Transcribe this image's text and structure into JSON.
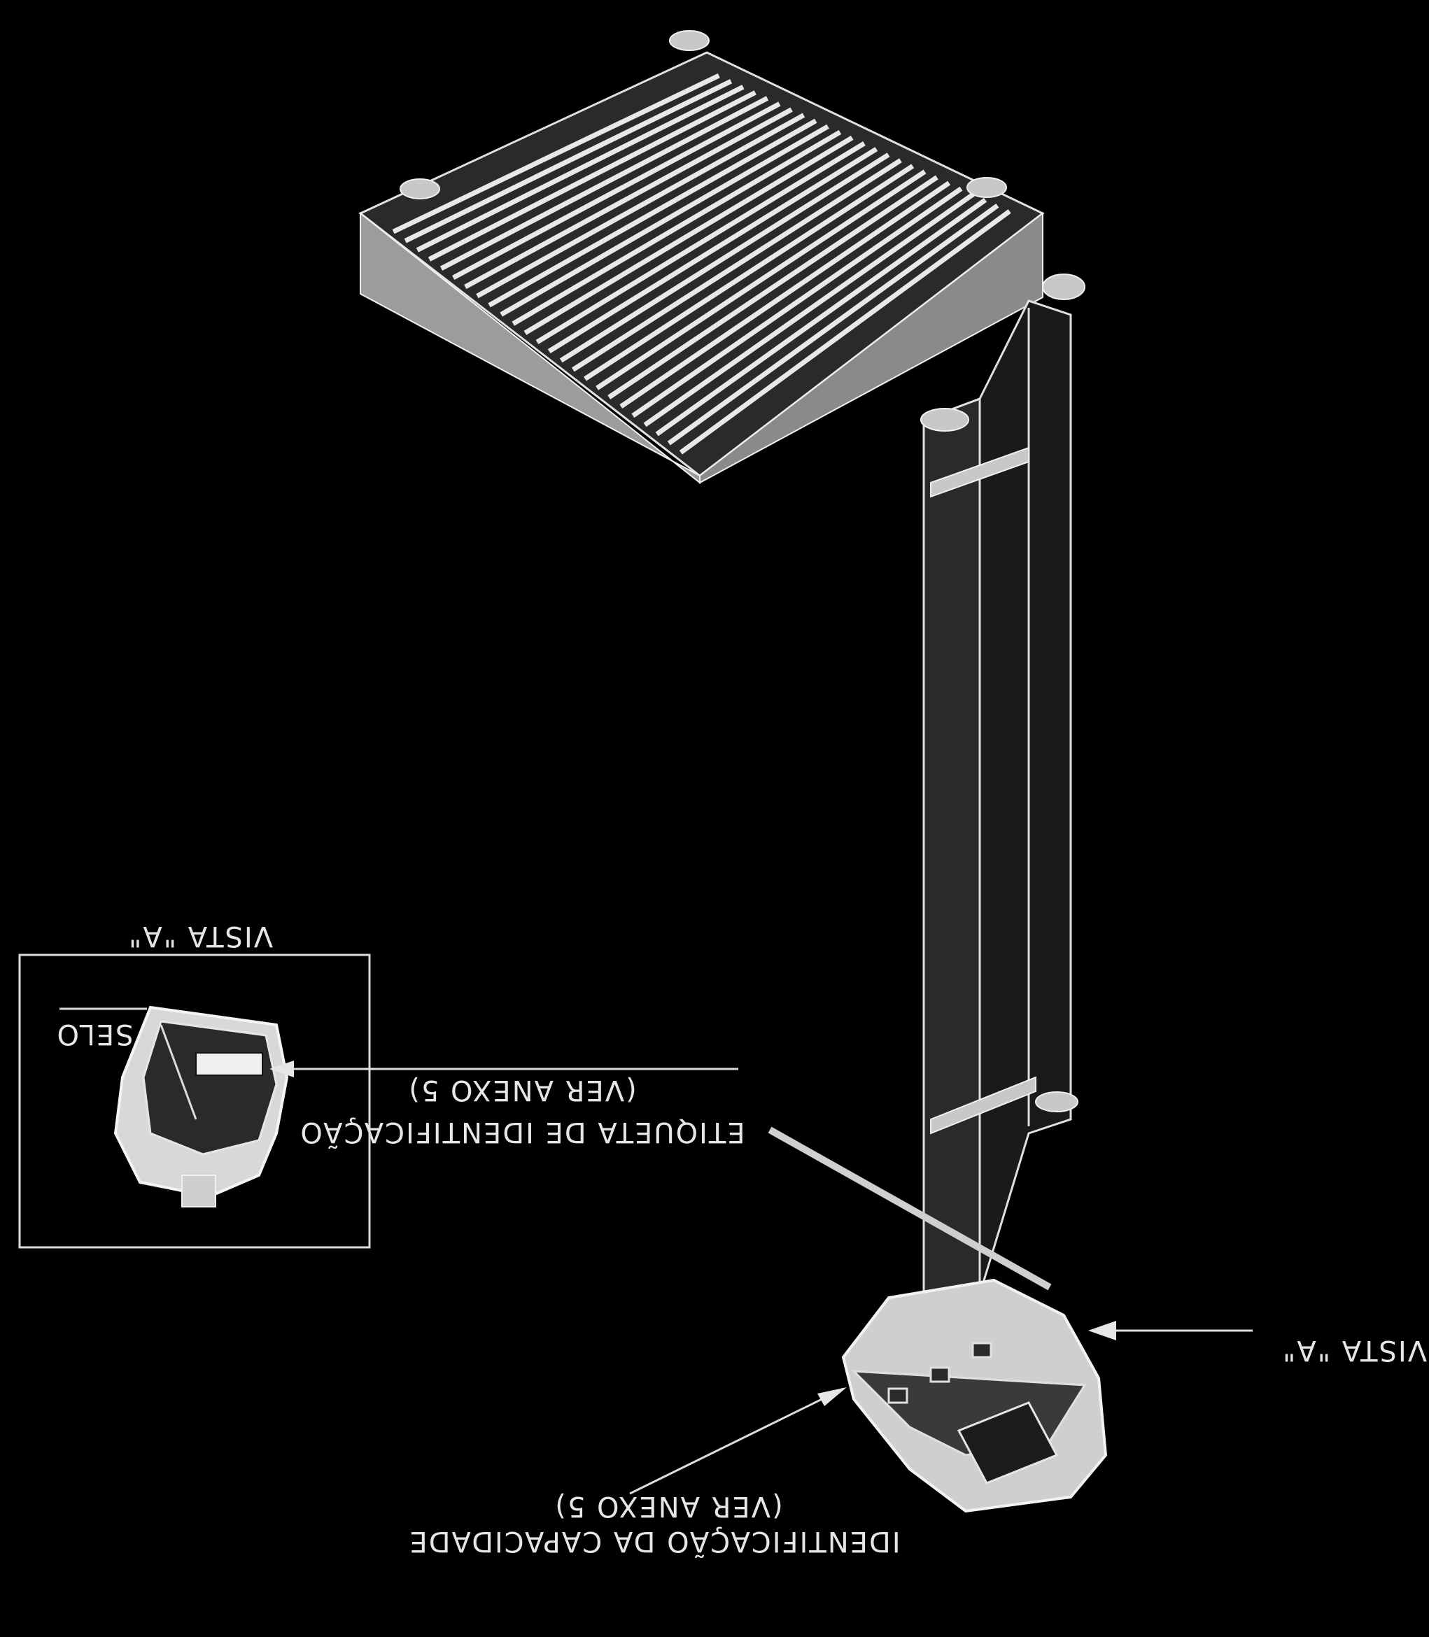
{
  "colors": {
    "background": "#000000",
    "linework": "#dcdcdc",
    "text": "#e6e6e6"
  },
  "labels": {
    "vista_box_title": "VISTA \"A\"",
    "selo": "SELO",
    "etiqueta_line1": "ETIQUETA DE IDENTIFICAÇÃO",
    "etiqueta_line2": "(VER ANEXO 5)",
    "vista_arrow": "VISTA \"A\"",
    "capacidade_line1": "IDENTIFICAÇÃO DA CAPACIDADE",
    "capacidade_line2": "(VER ANEXO 5)"
  },
  "orientation_note": "rotated-180"
}
